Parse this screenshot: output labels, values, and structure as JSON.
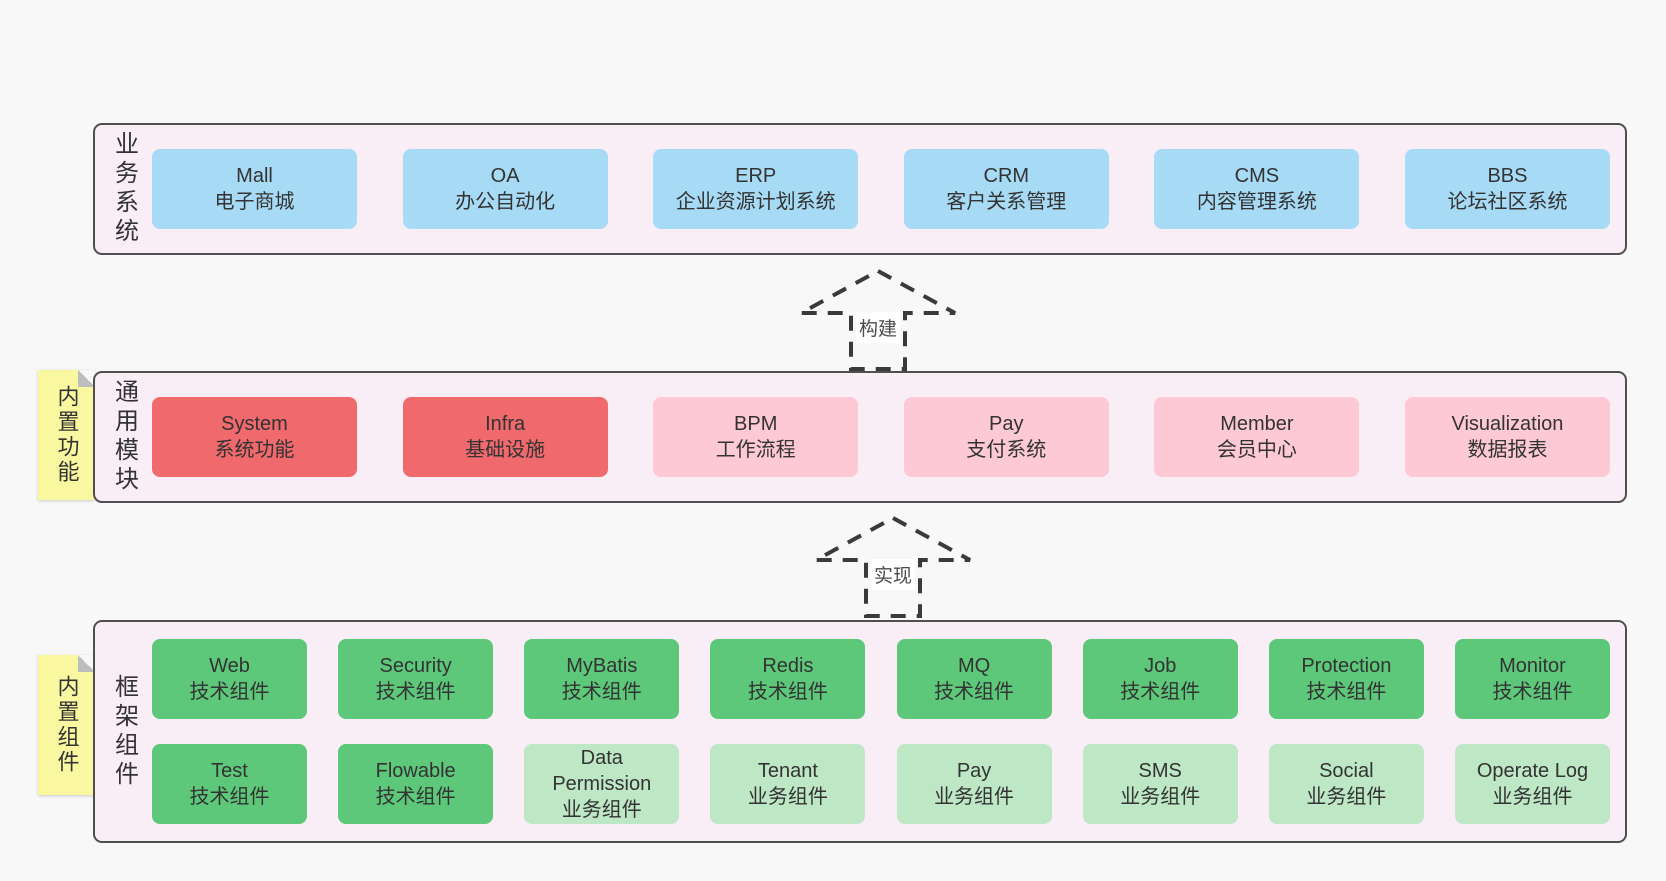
{
  "colors": {
    "page_background": "#f8f8f8",
    "band_background": "#f9edf6",
    "band_border": "#4f4f4f",
    "card_blue": "#a7daf4",
    "card_red": "#f0696c",
    "card_pink": "#fcc9d4",
    "card_green": "#5dc87a",
    "card_light_green": "#bde7c5",
    "sticky_yellow": "#f9f8a0",
    "sticky_fold_gray": "#bdbdbd",
    "text": "#333333",
    "arrow_stroke": "#3a3a3a"
  },
  "band_business": {
    "side_label": "业务系统",
    "boxes": [
      {
        "title": "Mall",
        "subtitle": "电子商城"
      },
      {
        "title": "OA",
        "subtitle": "办公自动化"
      },
      {
        "title": "ERP",
        "subtitle": "企业资源计划系统"
      },
      {
        "title": "CRM",
        "subtitle": "客户关系管理"
      },
      {
        "title": "CMS",
        "subtitle": "内容管理系统"
      },
      {
        "title": "BBS",
        "subtitle": "论坛社区系统"
      }
    ]
  },
  "arrow_build": {
    "label": "构建"
  },
  "band_modules": {
    "sticky_label": "内置功能",
    "side_label": "通用模块",
    "boxes": [
      {
        "title": "System",
        "subtitle": "系统功能"
      },
      {
        "title": "Infra",
        "subtitle": "基础设施"
      },
      {
        "title": "BPM",
        "subtitle": "工作流程"
      },
      {
        "title": "Pay",
        "subtitle": "支付系统"
      },
      {
        "title": "Member",
        "subtitle": "会员中心"
      },
      {
        "title": "Visualization",
        "subtitle": "数据报表"
      }
    ]
  },
  "arrow_implement": {
    "label": "实现"
  },
  "band_components": {
    "sticky_label": "内置组件",
    "side_label": "框架组件",
    "row1": [
      {
        "title": "Web",
        "subtitle": "技术组件"
      },
      {
        "title": "Security",
        "subtitle": "技术组件"
      },
      {
        "title": "MyBatis",
        "subtitle": "技术组件"
      },
      {
        "title": "Redis",
        "subtitle": "技术组件"
      },
      {
        "title": "MQ",
        "subtitle": "技术组件"
      },
      {
        "title": "Job",
        "subtitle": "技术组件"
      },
      {
        "title": "Protection",
        "subtitle": "技术组件"
      },
      {
        "title": "Monitor",
        "subtitle": "技术组件"
      }
    ],
    "row2": [
      {
        "title": "Test",
        "subtitle": "技术组件"
      },
      {
        "title": "Flowable",
        "subtitle": "技术组件"
      },
      {
        "title": "Data Permission",
        "subtitle": "业务组件"
      },
      {
        "title": "Tenant",
        "subtitle": "业务组件"
      },
      {
        "title": "Pay",
        "subtitle": "业务组件"
      },
      {
        "title": "SMS",
        "subtitle": "业务组件"
      },
      {
        "title": "Social",
        "subtitle": "业务组件"
      },
      {
        "title": "Operate Log",
        "subtitle": "业务组件"
      }
    ]
  }
}
